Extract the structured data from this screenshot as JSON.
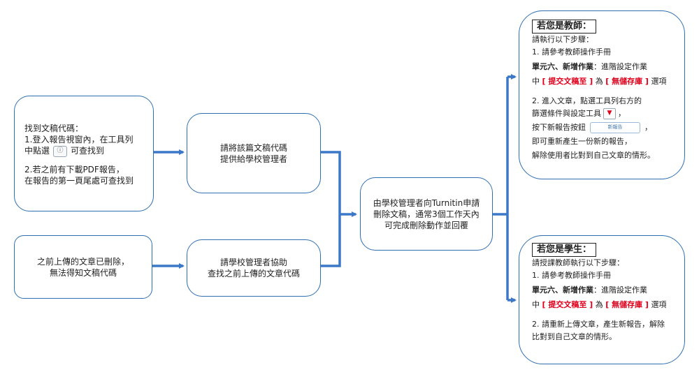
{
  "box_find_code": {
    "l1": "找到文稿代碼：",
    "l2": "1.登入報告視窗內，在工具列",
    "l3a": "中點選",
    "l3b": "可查找到",
    "l4": "2.若之前有下載PDF報告，",
    "l5": "在報告的第一頁尾處可查找到"
  },
  "box_deleted": {
    "l1": "之前上傳的文章已刪除，",
    "l2": "無法得知文稿代碼"
  },
  "box_provide": {
    "l1": "請將該篇文稿代碼",
    "l2": "提供給學校管理者"
  },
  "box_assist": {
    "l1": "請學校管理者協助",
    "l2": "查找之前上傳的文章代碼"
  },
  "box_admin": {
    "l1": "由學校管理者向Turnitin申請",
    "l2": "刪除文稿，通常3個工作天內",
    "l3": "可完成刪除動作並回覆"
  },
  "teacher": {
    "header": "若您是教師：",
    "l1": "請執行以下步驟：",
    "l2": "1. 請參考教師操作手冊",
    "l3a": "單元六、新增作業",
    "l3b": "：進階設定作業",
    "l4a": "中",
    "l4b": "[ 提交文稿至 ]",
    "l4c": "為",
    "l4d": "[ 無儲存庫 ]",
    "l4e": "選項",
    "l5": "2. 進入文章，點選工具列右方的",
    "l6a": "篩選條件與設定工具",
    "l6b": "，",
    "l7a": "按下新報告按鈕",
    "l7b": "新報告",
    "l7c": "，",
    "l8": "即可重新產生一份新的報告，",
    "l9": "解除使用者比對到自己文章的情形。"
  },
  "student": {
    "header": "若您是學生：",
    "l1": "請授課教師執行以下步驟：",
    "l2": "1. 請參考教師操作手冊",
    "l3a": "單元六、新增作業",
    "l3b": "：進階設定作業",
    "l4a": "中",
    "l4b": "[ 提交文稿至 ]",
    "l4c": "為",
    "l4d": "[ 無儲存庫 ]",
    "l4e": "選項",
    "l5": "2. 請重新上傳文章，產生新報告，解除",
    "l6": "比對到自己文章的情形。"
  },
  "icons": {
    "info_icon": "ⓘ",
    "filter_icon": "▼"
  },
  "colors": {
    "border": "#2f6fb0",
    "arrow": "#3b78c8",
    "highlight": "#e0001b"
  }
}
